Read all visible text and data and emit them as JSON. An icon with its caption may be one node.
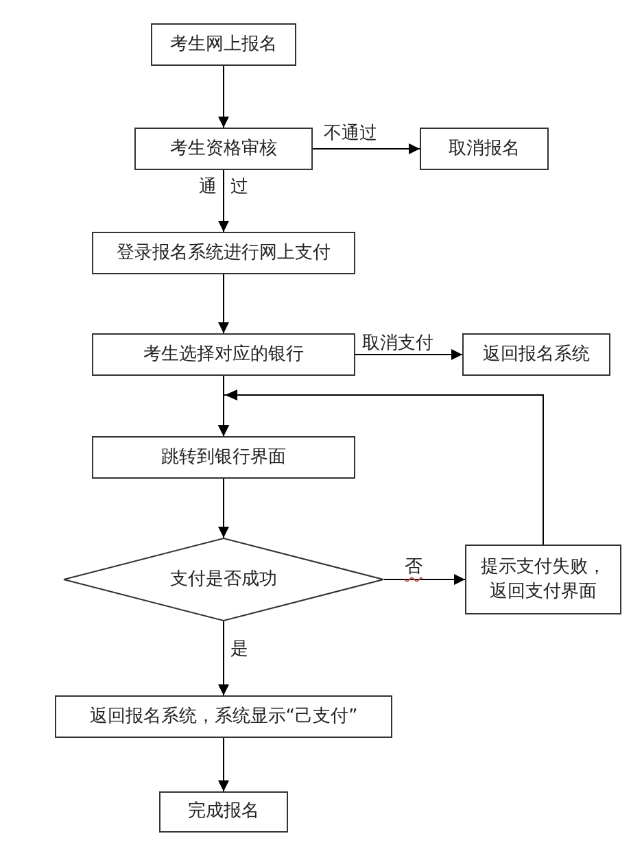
{
  "diagram": {
    "nodes": [
      {
        "text": [
          "考生网上报名"
        ]
      },
      {
        "text": [
          "考生资格审核"
        ]
      },
      {
        "text": [
          "取消报名"
        ]
      },
      {
        "text": [
          "登录报名系统进行网上支付"
        ]
      },
      {
        "text": [
          "考生选择对应的银行"
        ]
      },
      {
        "text": [
          "返回报名系统"
        ]
      },
      {
        "text": [
          "跳转到银行界面"
        ]
      },
      {
        "text": [
          "支付是否成功"
        ]
      },
      {
        "text": [
          "提示支付失败，返回支付界面"
        ]
      },
      {
        "text": [
          "返回报名系统，系统显示“己支付”"
        ]
      },
      {
        "text": [
          "完成报名"
        ]
      }
    ],
    "edges": [
      {
        "from": 0,
        "to": 1,
        "arrow": "to"
      },
      {
        "from": 1,
        "to": 2,
        "arrow": "to",
        "label": "不通过"
      },
      {
        "from": 1,
        "to": 3,
        "arrow": "to",
        "label": "通 过"
      },
      {
        "from": 3,
        "to": 4,
        "arrow": "to"
      },
      {
        "from": 4,
        "to": 5,
        "arrow": "to",
        "label": "取消支付"
      },
      {
        "from": 4,
        "to": 6,
        "arrow": "to"
      },
      {
        "from": 6,
        "to": 7,
        "arrow": "to"
      },
      {
        "from": 7,
        "to": 8,
        "arrow": "to",
        "label": "否"
      },
      {
        "from": 8,
        "to": 6,
        "arrow": "to"
      },
      {
        "from": 7,
        "to": 9,
        "arrow": "to",
        "label": "是"
      },
      {
        "from": 9,
        "to": 10,
        "arrow": "to"
      }
    ]
  }
}
